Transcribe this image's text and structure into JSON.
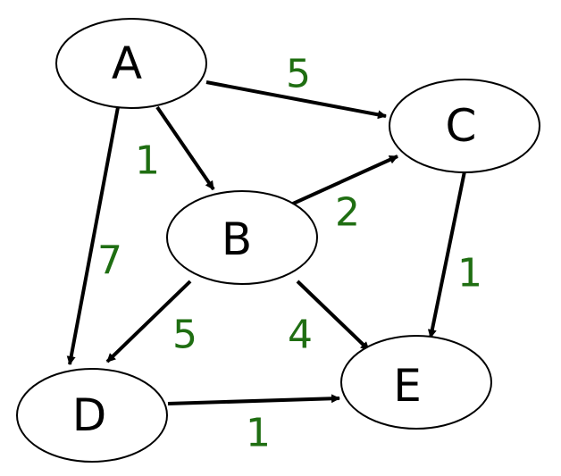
{
  "colors": {
    "node_stroke": "#000000",
    "edge": "#000000",
    "weight": "#1f6e12"
  },
  "nodes": [
    {
      "id": "A",
      "label": "A"
    },
    {
      "id": "B",
      "label": "B"
    },
    {
      "id": "C",
      "label": "C"
    },
    {
      "id": "D",
      "label": "D"
    },
    {
      "id": "E",
      "label": "E"
    }
  ],
  "edges": [
    {
      "from": "A",
      "to": "C",
      "weight": "5"
    },
    {
      "from": "A",
      "to": "B",
      "weight": "1"
    },
    {
      "from": "A",
      "to": "D",
      "weight": "7"
    },
    {
      "from": "B",
      "to": "C",
      "weight": "2"
    },
    {
      "from": "B",
      "to": "D",
      "weight": "5"
    },
    {
      "from": "B",
      "to": "E",
      "weight": "4"
    },
    {
      "from": "C",
      "to": "E",
      "weight": "1"
    },
    {
      "from": "D",
      "to": "E",
      "weight": "1"
    }
  ]
}
